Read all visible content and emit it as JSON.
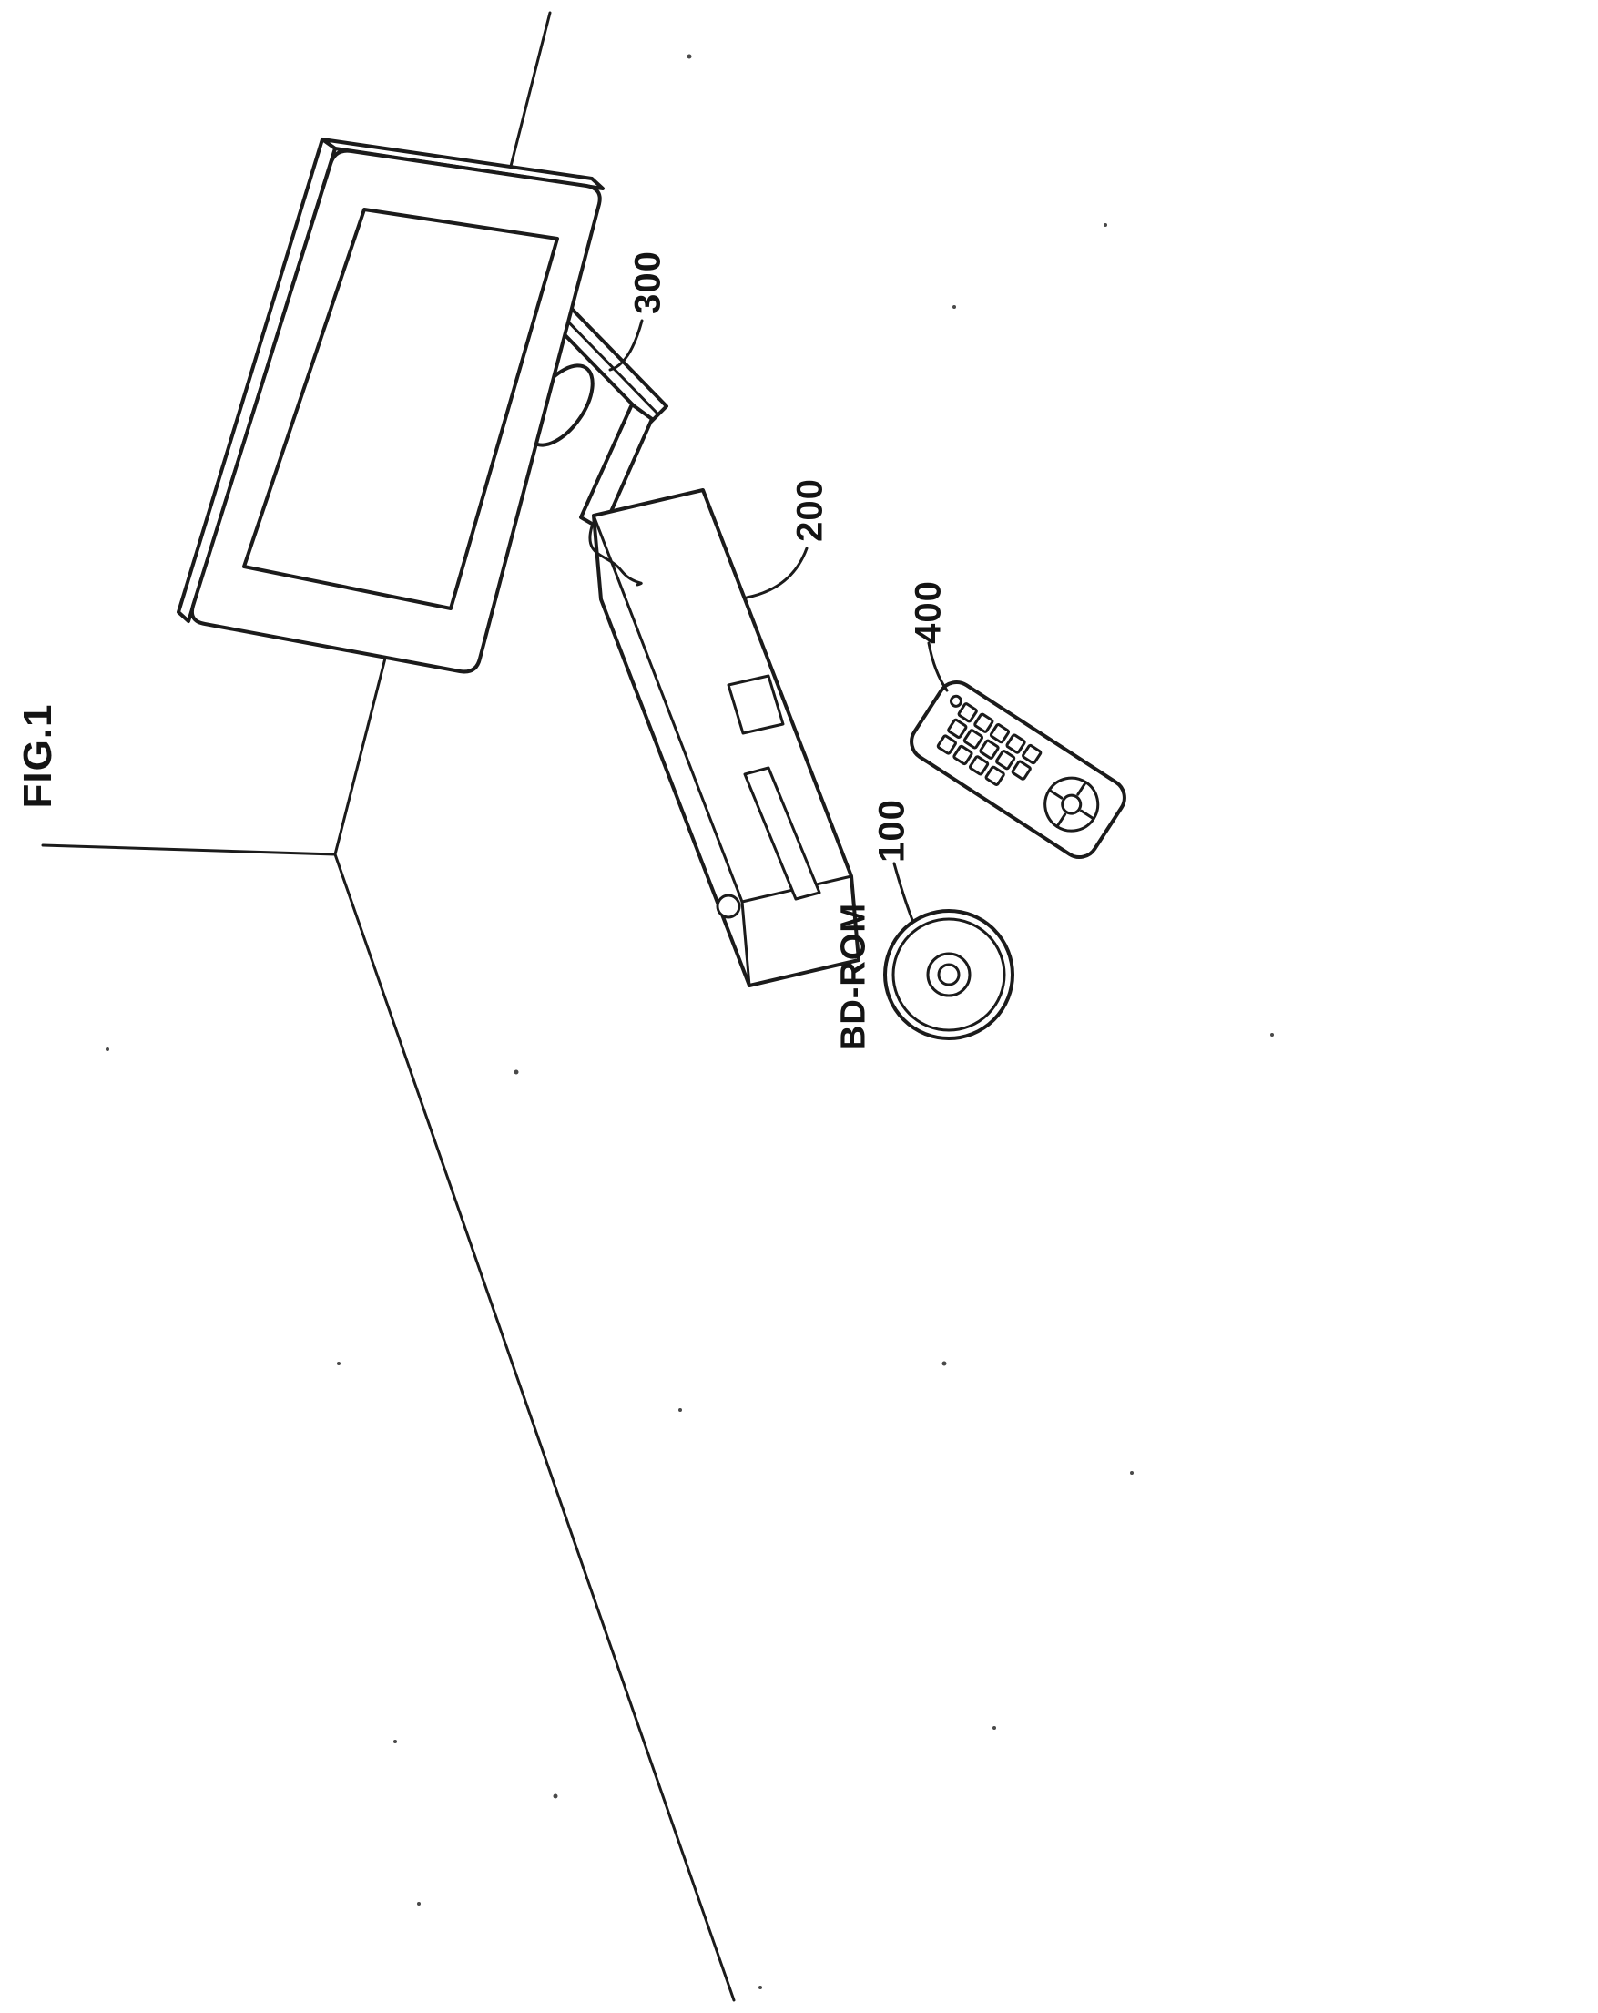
{
  "figure": {
    "title": "FIG.1",
    "ref_labels": {
      "stand": "300",
      "player": "200",
      "remote": "400",
      "disc": "100"
    },
    "disc_caption": "BD-ROM"
  },
  "colors": {
    "ink": "#1b1b1b",
    "paper": "#ffffff"
  }
}
